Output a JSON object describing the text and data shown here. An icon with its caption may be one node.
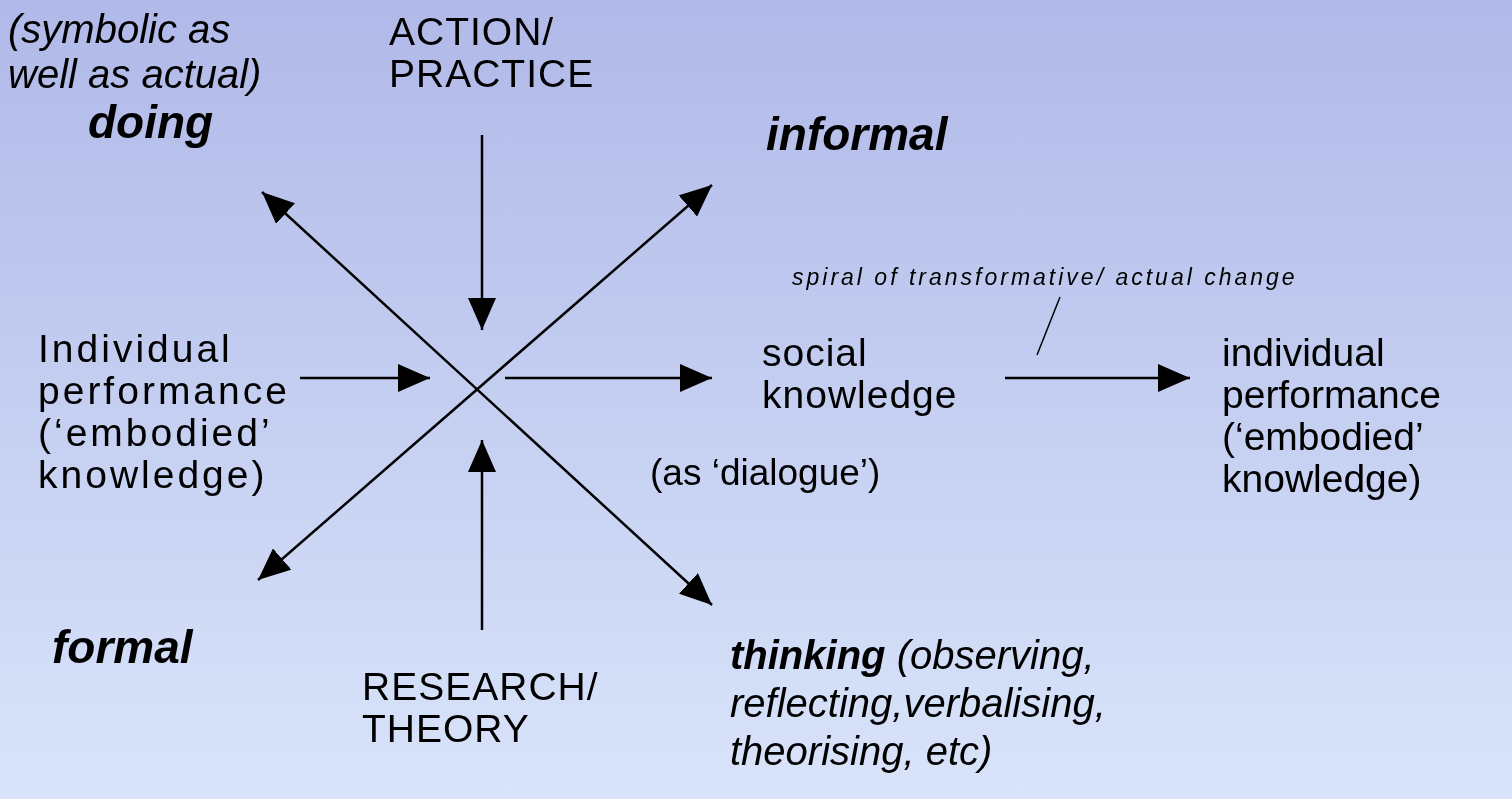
{
  "diagram": {
    "nodes": [
      {
        "text": [
          "doing"
        ],
        "beside": [
          "(symbolic as well as actual)"
        ]
      },
      {
        "text": [
          "ACTION/ PRACTICE"
        ]
      },
      {
        "text": [
          "informal"
        ]
      },
      {
        "text": [
          "Individual performance (‘embodied’ knowledge)"
        ]
      },
      {
        "text": [
          "social knowledge"
        ],
        "beside": [
          "(as ‘dialogue’)"
        ]
      },
      {
        "text": [
          "individual performance (‘embodied’ knowledge)"
        ]
      },
      {
        "text": [
          "formal"
        ]
      },
      {
        "text": [
          "RESEARCH/ THEORY"
        ]
      },
      {
        "text": [
          "**thinking** (observing, reflecting,verbalising, theorising, etc)"
        ]
      },
      {
        "text": [
          "spiral of transformative/ actual change"
        ]
      }
    ],
    "edges": [
      {
        "from": 0,
        "to": 8,
        "arrow": "both"
      },
      {
        "from": 6,
        "to": 2,
        "arrow": "both"
      },
      {
        "from": 1,
        "to": null,
        "arrow": "to"
      },
      {
        "from": 7,
        "to": null,
        "arrow": "to"
      },
      {
        "from": 3,
        "to": null,
        "arrow": "to"
      },
      {
        "from": null,
        "to": 4,
        "arrow": "to"
      },
      {
        "from": 4,
        "to": 5,
        "arrow": "to"
      },
      {
        "from": 9,
        "to": null,
        "arrow": "none"
      }
    ]
  }
}
